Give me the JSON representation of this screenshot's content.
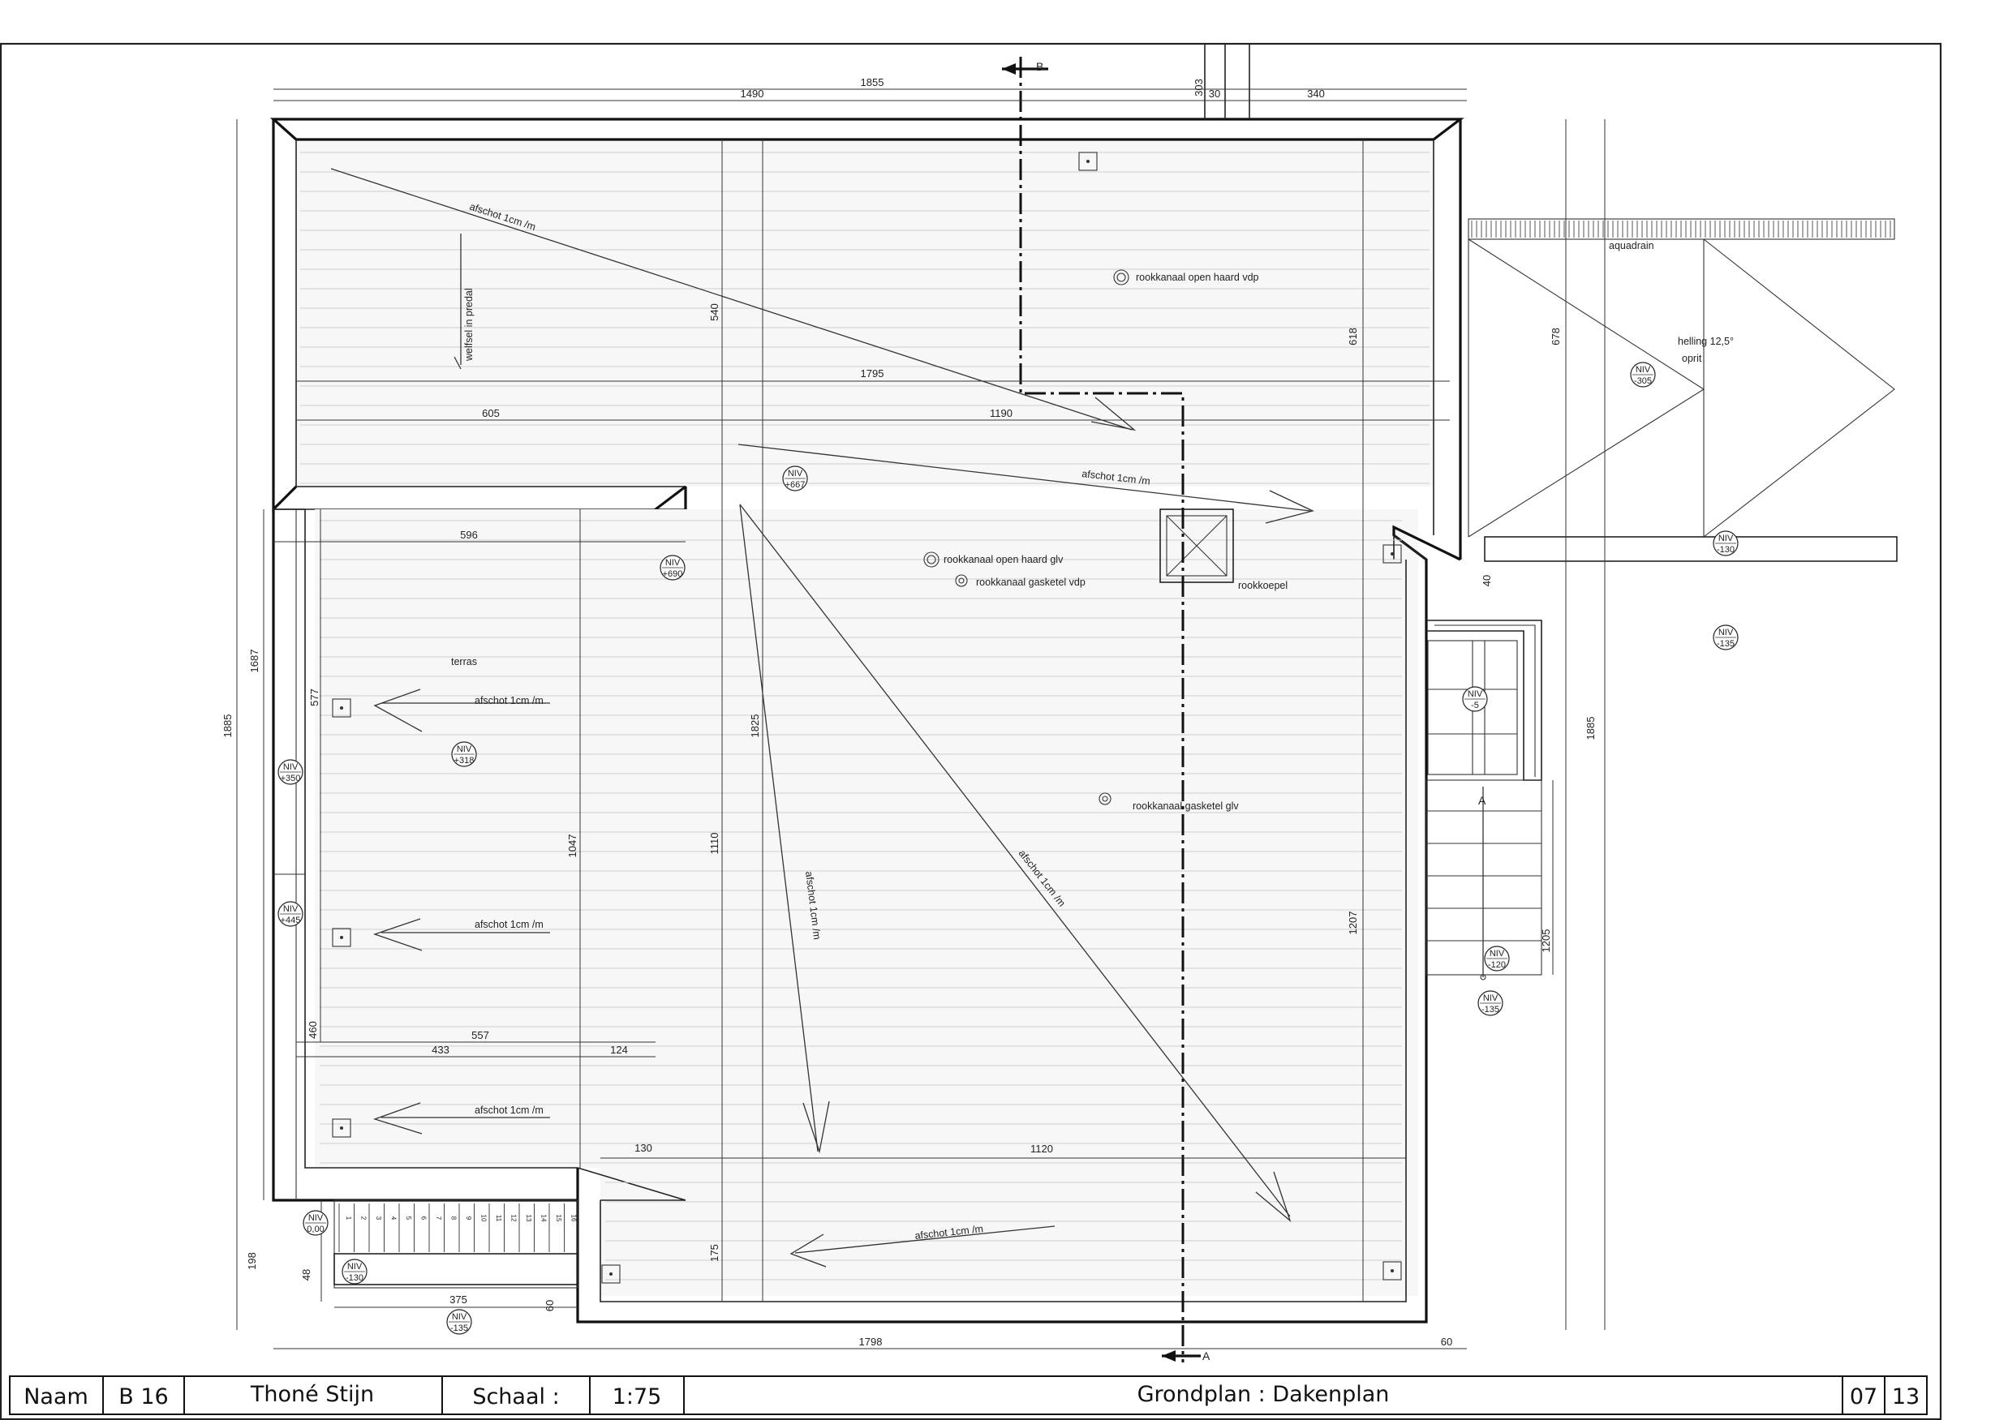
{
  "titleblock": {
    "naam_label": "Naam",
    "code": "B 16",
    "name": "Thoné Stijn",
    "schaal_label": "Schaal :",
    "schaal_value": "1:75",
    "title": "Grondplan : Dakenplan",
    "sheet": "07",
    "total": "13"
  },
  "dimensions": {
    "d1855_top": "1855",
    "d1490": "1490",
    "d303": "303",
    "d30": "30",
    "d340": "340",
    "d540": "540",
    "d1795": "1795",
    "d605": "605",
    "d1190": "1190",
    "d618": "618",
    "d678": "678",
    "d596": "596",
    "d1687": "1687",
    "d1885_left": "1885",
    "d577": "577",
    "d1825": "1825",
    "d1047": "1047",
    "d1110": "1110",
    "d460": "460",
    "d557": "557",
    "d433": "433",
    "d124": "124",
    "d130": "130",
    "d1120": "1120",
    "d175": "175",
    "d198": "198",
    "d48": "48",
    "d375": "375",
    "d60_left": "60",
    "d1798": "1798",
    "d60_right": "60",
    "d1207": "1207",
    "d1205": "1205",
    "d1885_right": "1885",
    "d40": "40"
  },
  "labels": {
    "afschot1": "afschot 1cm /m",
    "welfsel": "welfsel in predal",
    "rook_open_vdp": "rookkanaal open haard vdp",
    "afschot2": "afschot 1cm /m",
    "rook_open_glv": "rookkanaal open haard glv",
    "rook_gas_vdp": "rookkanaal gasketel vdp",
    "rookkoepel": "rookkoepel",
    "terras": "terras",
    "afschot3": "afschot 1cm /m",
    "afschot4": "afschot 1cm /m",
    "afschot5": "afschot 1cm /m",
    "afschot_diag1": "afschot 1cm /m",
    "afschot_diag2": "afschot 1cm /m",
    "rook_gas_glv": "rookkanaal gasketel glv",
    "afschot6": "afschot 1cm /m",
    "aquadrain": "aquadrain",
    "helling": "helling 12,5°",
    "oprit": "oprit",
    "cut_b": "B",
    "cut_a": "A",
    "stair_a": "A"
  },
  "levels": {
    "niv_label": "NIV",
    "n667": "+667",
    "n690": "+690",
    "n350": "+350",
    "n318": "+318",
    "n445": "+445",
    "n0": "0,00",
    "n130a": "-130",
    "n135a": "-135",
    "n305": "-305",
    "n130b": "-130",
    "n135b": "-135",
    "n5": "-5",
    "n120": "-120",
    "n135c": "-135"
  },
  "stair_numbers": [
    "1",
    "2",
    "3",
    "4",
    "5",
    "6",
    "7",
    "8",
    "9",
    "10",
    "11",
    "12",
    "13",
    "14",
    "15",
    "16"
  ]
}
